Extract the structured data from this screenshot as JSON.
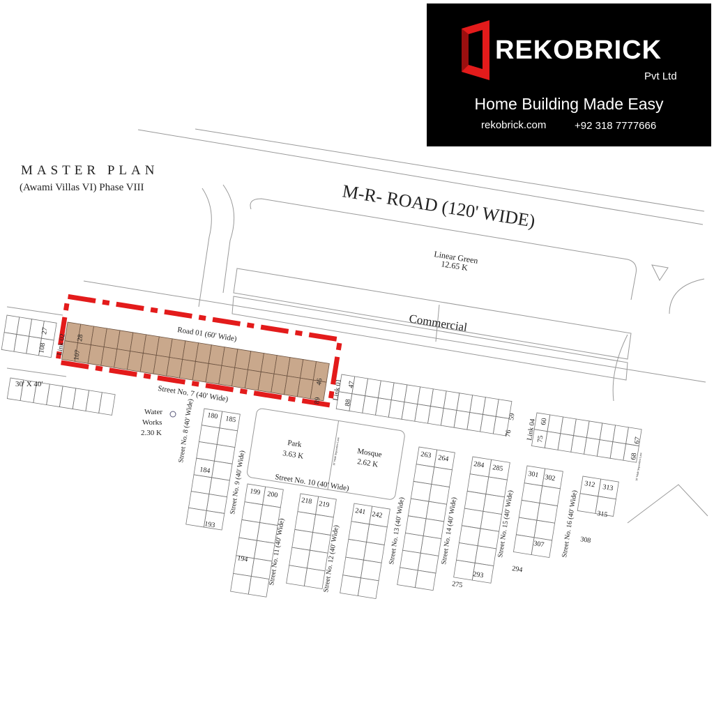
{
  "brand": {
    "name": "REKOBRICK",
    "suffix": "Pvt Ltd",
    "tagline": "Home Building Made Easy",
    "website": "rekobrick.com",
    "phone": "+92 318 7777666",
    "accent": "#e31b1b"
  },
  "plan": {
    "title": "MASTER PLAN",
    "subtitle": "(Awami Villas VI) Phase VIII"
  },
  "roads": {
    "main": "M-R- ROAD (120' WIDE)",
    "road01": "Road  01 (60' Wide)",
    "street7": "Street No. 7 (40' Wide)",
    "street8": "Street No. 8 (40' Wide)",
    "street9": "Street No. 9 (40' Wide)",
    "street10": "Street No. 10 (40' Wide)",
    "street11": "Street No. 11 (40' Wide)",
    "street12": "Street No. 12 (40' Wide)",
    "street13": "Street No. 13 (40' Wide)",
    "street14": "Street No. 14 (40' Wide)",
    "street15": "Street No. 15 (40' Wide)",
    "street16": "Street No. 16 (40' Wide)",
    "link01": "Link 01",
    "link02": "Link 02",
    "link04": "Link 04",
    "lane": "10' Wide Separation Lane"
  },
  "areas": {
    "linear_green": "Linear Green",
    "linear_green_size": "12.65 K",
    "commercial": "Commercial",
    "park": "Park",
    "park_size": "3.63 K",
    "mosque": "Mosque",
    "mosque_size": "2.62 K",
    "water": "Water",
    "works": "Works",
    "water_size": "2.30 K",
    "plot_size": "30' X 40'"
  },
  "plots": {
    "p27": "27",
    "p108": "108",
    "p28": "28",
    "p107": "107",
    "p46": "46",
    "p89": "89",
    "p47": "47",
    "p88": "88",
    "p59": "59",
    "p76": "76",
    "p60": "60",
    "p75": "75",
    "p67": "67",
    "p68": "68",
    "p180": "180",
    "p185": "185",
    "p184": "184",
    "p193": "193",
    "p194": "194",
    "p199": "199",
    "p200": "200",
    "p218": "218",
    "p219": "219",
    "p241": "241",
    "p242": "242",
    "p263": "263",
    "p264": "264",
    "p284": "284",
    "p285": "285",
    "p293": "293",
    "p294": "294",
    "p275": "275",
    "p301": "301",
    "p302": "302",
    "p307": "307",
    "p308": "308",
    "p312": "312",
    "p313": "313",
    "p315": "315"
  },
  "highlight_color": "#e31b1b",
  "highlight_fill": "#c9a88c"
}
